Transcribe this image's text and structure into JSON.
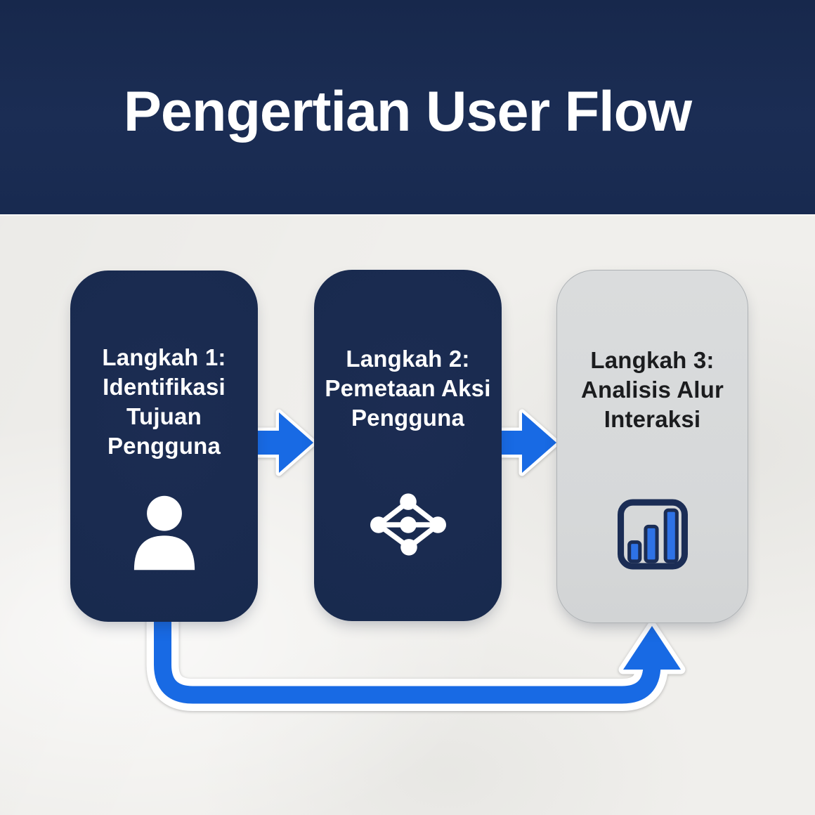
{
  "header": {
    "title": "Pengertian User Flow"
  },
  "steps": [
    {
      "id": "step-1",
      "label": "Langkah 1:\nIdentifikasi\nTujuan\nPengguna",
      "icon": "user-icon",
      "card_color": "#182a4e",
      "text_color": "#ffffff"
    },
    {
      "id": "step-2",
      "label": "Langkah 2:\nPemetaan Aksi\nPengguna",
      "icon": "network-icon",
      "card_color": "#182a4e",
      "text_color": "#ffffff"
    },
    {
      "id": "step-3",
      "label": "Langkah 3:\nAnalisis Alur\nInteraksi",
      "icon": "bar-chart-icon",
      "card_color": "#d7d9da",
      "text_color": "#1b1c1e"
    }
  ],
  "connectors": {
    "step1_to_step2": "arrow-right",
    "step2_to_step3": "arrow-right",
    "step1_to_step3": "elbow-arrow-up"
  },
  "colors": {
    "header_navy": "#1a2c52",
    "card_navy": "#182a4e",
    "card_gray": "#d7d9da",
    "accent_blue": "#186ae4",
    "background": "#f0efec",
    "title_text": "#ffffff"
  }
}
